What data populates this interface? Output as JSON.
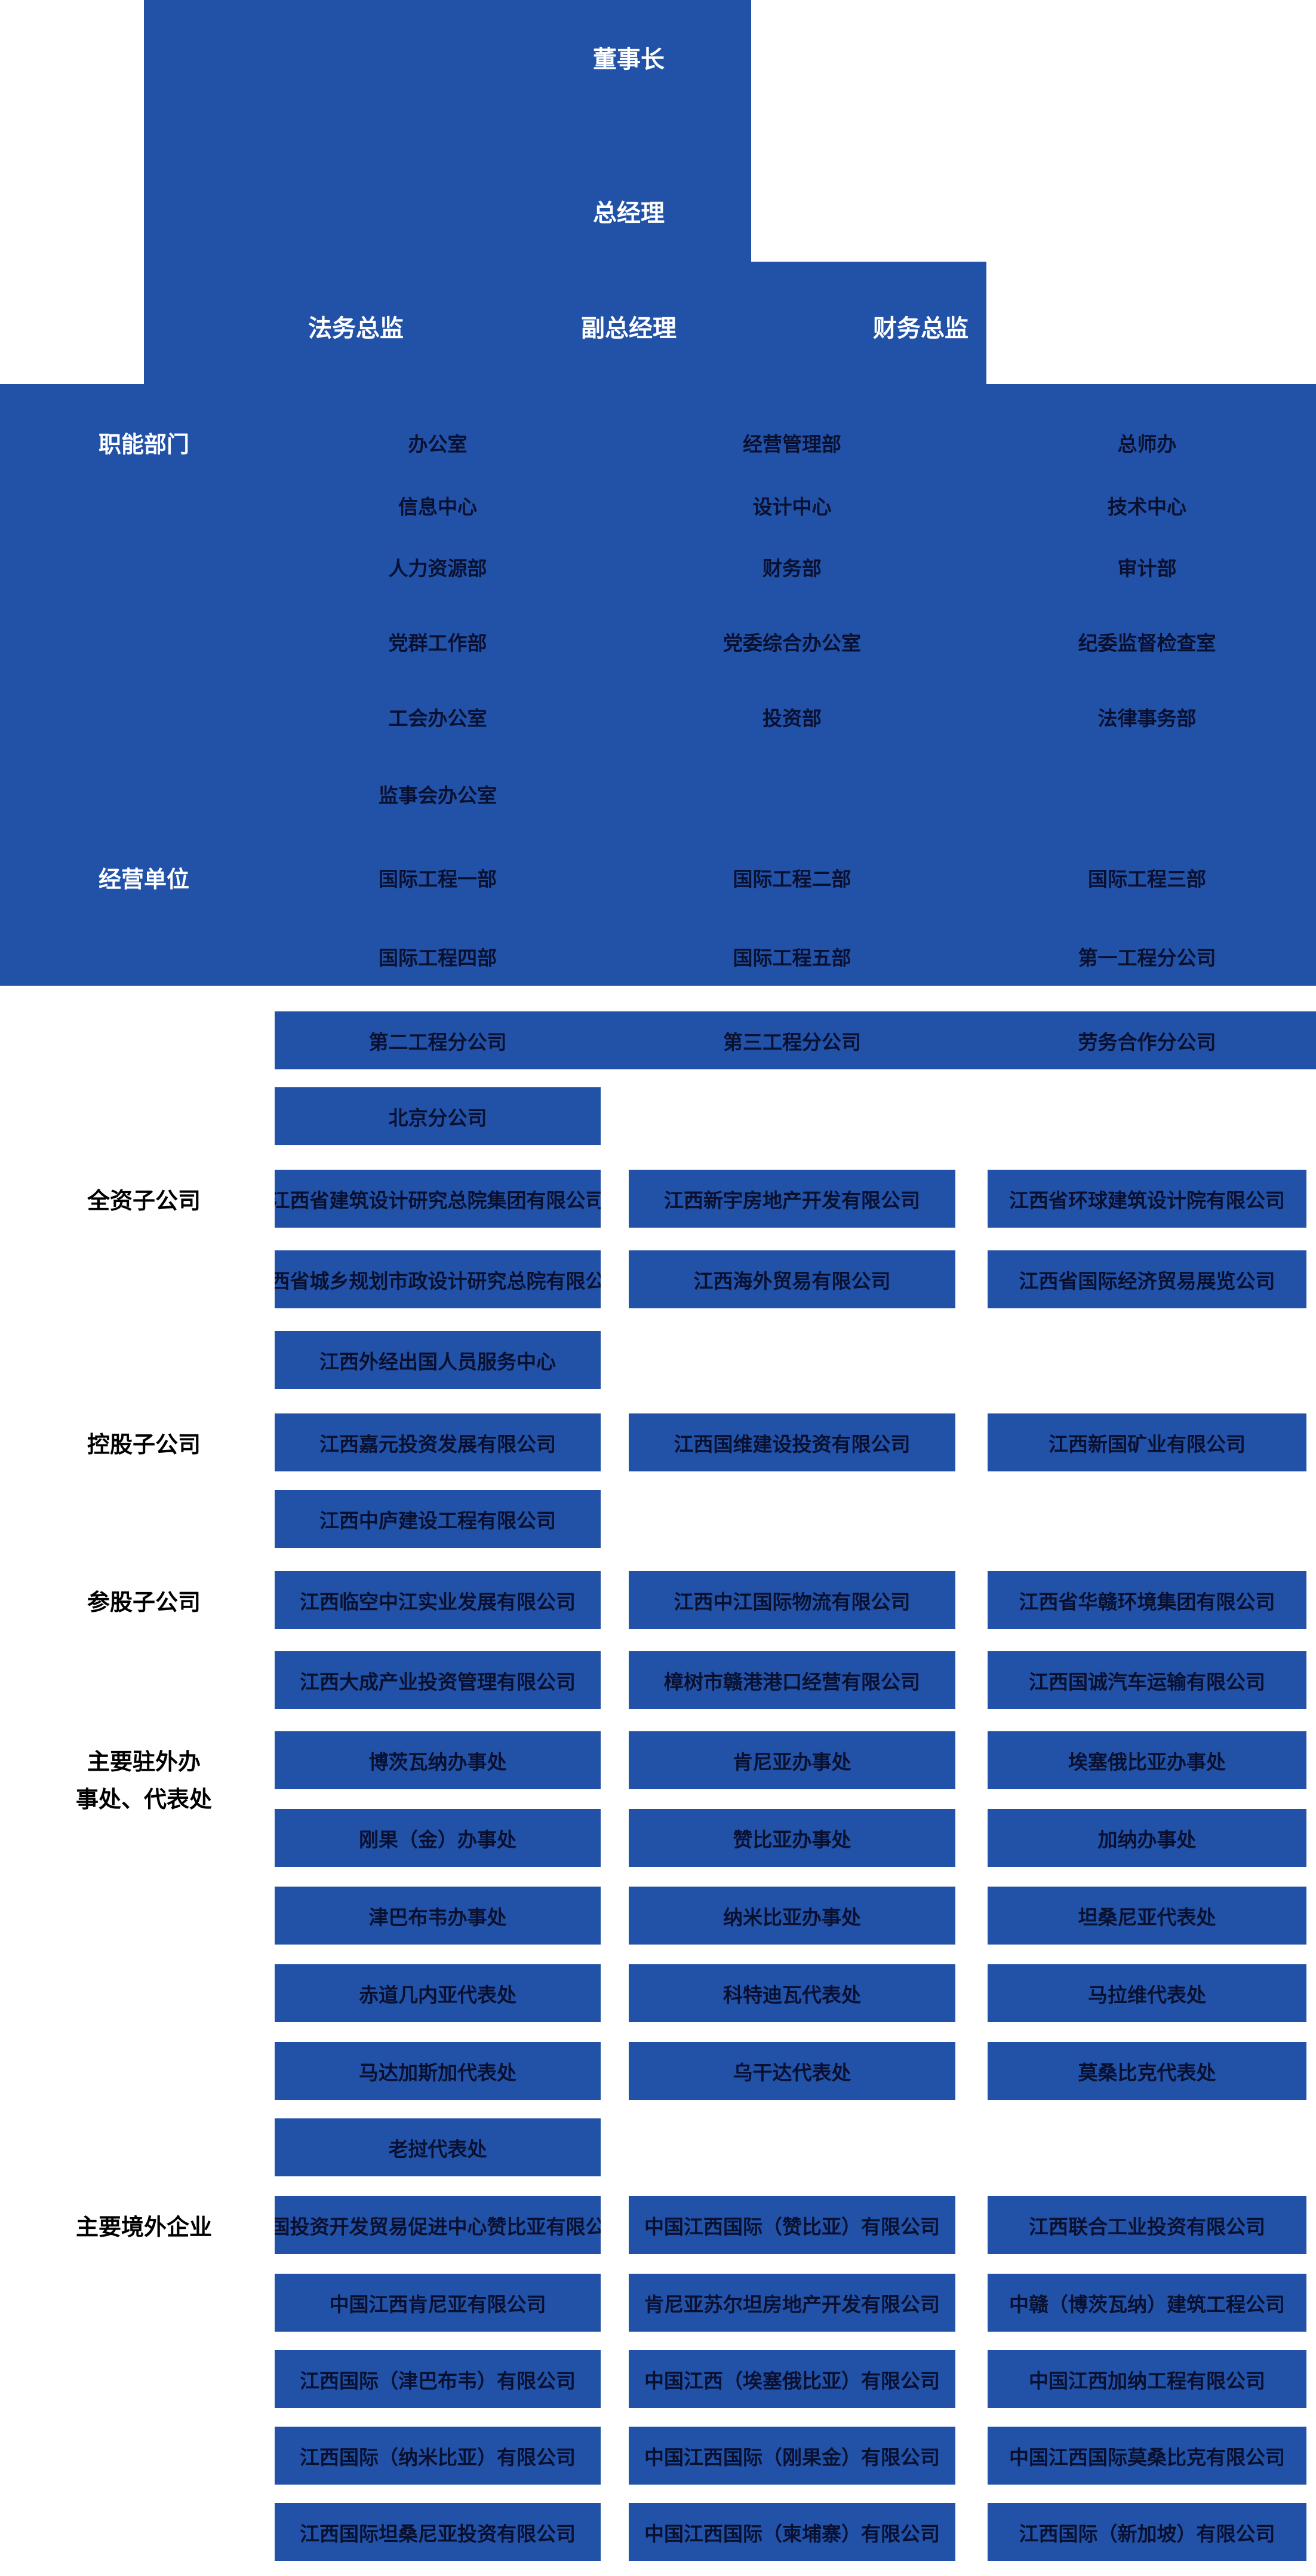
{
  "colors": {
    "primary_blue": "#2152a8",
    "node_text_dark": "#0a1030",
    "top_text_white": "#ffffff",
    "section_label_black": "#000000",
    "page_background": "#ffffff"
  },
  "org": {
    "top": {
      "chairman": "董事长",
      "general_manager": "总经理",
      "legal_director": "法务总监",
      "deputy_general_manager": "副总经理",
      "finance_director": "财务总监"
    },
    "labels": {
      "functional": "职能部门",
      "business": "经营单位",
      "wholly": "全资子公司",
      "holding": "控股子公司",
      "equity": "参股子公司",
      "offices_line1": "主要驻外办",
      "offices_line2": "事处、代表处",
      "overseas": "主要境外企业"
    },
    "functional_rows": [
      [
        "办公室",
        "经营管理部",
        "总师办"
      ],
      [
        "信息中心",
        "设计中心",
        "技术中心"
      ],
      [
        "人力资源部",
        "财务部",
        "审计部"
      ],
      [
        "党群工作部",
        "党委综合办公室",
        "纪委监督检查室"
      ],
      [
        "工会办公室",
        "投资部",
        "法律事务部"
      ],
      [
        "监事会办公室"
      ]
    ],
    "business_rows": [
      [
        "国际工程一部",
        "国际工程二部",
        "国际工程三部"
      ],
      [
        "国际工程四部",
        "国际工程五部",
        "第一工程分公司"
      ],
      [
        "第二工程分公司",
        "第三工程分公司",
        "劳务合作分公司"
      ],
      [
        "北京分公司"
      ]
    ],
    "wholly_rows": [
      [
        "江西省建筑设计研究总院集团有限公司",
        "江西新宇房地产开发有限公司",
        "江西省环球建筑设计院有限公司"
      ],
      [
        "江西省城乡规划市政设计研究总院有限公司",
        "江西海外贸易有限公司",
        "江西省国际经济贸易展览公司"
      ],
      [
        "江西外经出国人员服务中心"
      ]
    ],
    "holding_rows": [
      [
        "江西嘉元投资发展有限公司",
        "江西国维建设投资有限公司",
        "江西新国矿业有限公司"
      ],
      [
        "江西中庐建设工程有限公司"
      ]
    ],
    "equity_rows": [
      [
        "江西临空中江实业发展有限公司",
        "江西中江国际物流有限公司",
        "江西省华赣环境集团有限公司"
      ],
      [
        "江西大成产业投资管理有限公司",
        "樟树市赣港港口经营有限公司",
        "江西国诚汽车运输有限公司"
      ]
    ],
    "offices_rows": [
      [
        "博茨瓦纳办事处",
        "肯尼亚办事处",
        "埃塞俄比亚办事处"
      ],
      [
        "刚果（金）办事处",
        "赞比亚办事处",
        "加纳办事处"
      ],
      [
        "津巴布韦办事处",
        "纳米比亚办事处",
        "坦桑尼亚代表处"
      ],
      [
        "赤道几内亚代表处",
        "科特迪瓦代表处",
        "马拉维代表处"
      ],
      [
        "马达加斯加代表处",
        "乌干达代表处",
        "莫桑比克代表处"
      ],
      [
        "老挝代表处"
      ]
    ],
    "overseas_rows": [
      [
        "中国投资开发贸易促进中心赞比亚有限公司",
        "中国江西国际（赞比亚）有限公司",
        "江西联合工业投资有限公司"
      ],
      [
        "中国江西肯尼亚有限公司",
        "肯尼亚苏尔坦房地产开发有限公司",
        "中赣（博茨瓦纳）建筑工程公司"
      ],
      [
        "江西国际（津巴布韦）有限公司",
        "中国江西（埃塞俄比亚）有限公司",
        "中国江西加纳工程有限公司"
      ],
      [
        "江西国际（纳米比亚）有限公司",
        "中国江西国际（刚果金）有限公司",
        "中国江西国际莫桑比克有限公司"
      ],
      [
        "江西国际坦桑尼亚投资有限公司",
        "中国江西国际（柬埔寨）有限公司",
        "江西国际（新加坡）有限公司"
      ]
    ]
  }
}
